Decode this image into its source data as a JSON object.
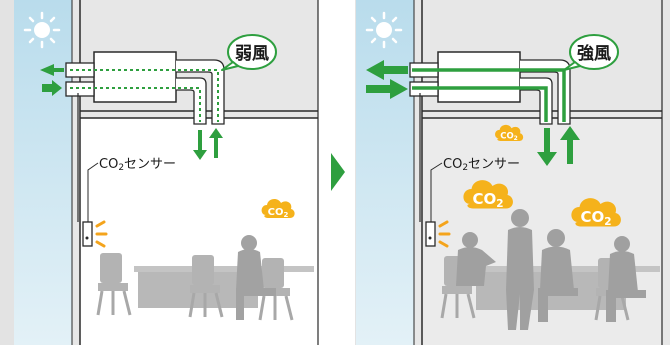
{
  "left_panel": {
    "airflow_label": "弱風",
    "sensor_label_prefix": "CO",
    "sensor_label_sub": "2",
    "sensor_label_suffix": "センサー",
    "co2_bubble": {
      "main": "CO",
      "sub": "2"
    }
  },
  "right_panel": {
    "airflow_label": "強風",
    "sensor_label_prefix": "CO",
    "sensor_label_sub": "2",
    "sensor_label_suffix": "センサー",
    "co2_bubbles": [
      {
        "main": "CO",
        "sub": "2"
      },
      {
        "main": "CO",
        "sub": "2"
      },
      {
        "main": "CO",
        "sub": "2"
      }
    ]
  },
  "colors": {
    "sky": "#c9e3ef",
    "wall": "#e6e6e6",
    "room_left": "#ffffff",
    "room_right": "#ececec",
    "arrow_green": "#2e9f3f",
    "duct_line": "#2a2a2a",
    "co2_fill": "#f5b21b",
    "sun": "#ffffff",
    "alert": "#f4a41c",
    "furniture": "#b0b0b0",
    "people": "#9c9c9c"
  },
  "icons": [
    "sun-icon",
    "co2-cloud-icon",
    "co2-sensor-icon",
    "alert-burst-icon",
    "next-arrow-icon",
    "airflow-arrow-icon"
  ]
}
